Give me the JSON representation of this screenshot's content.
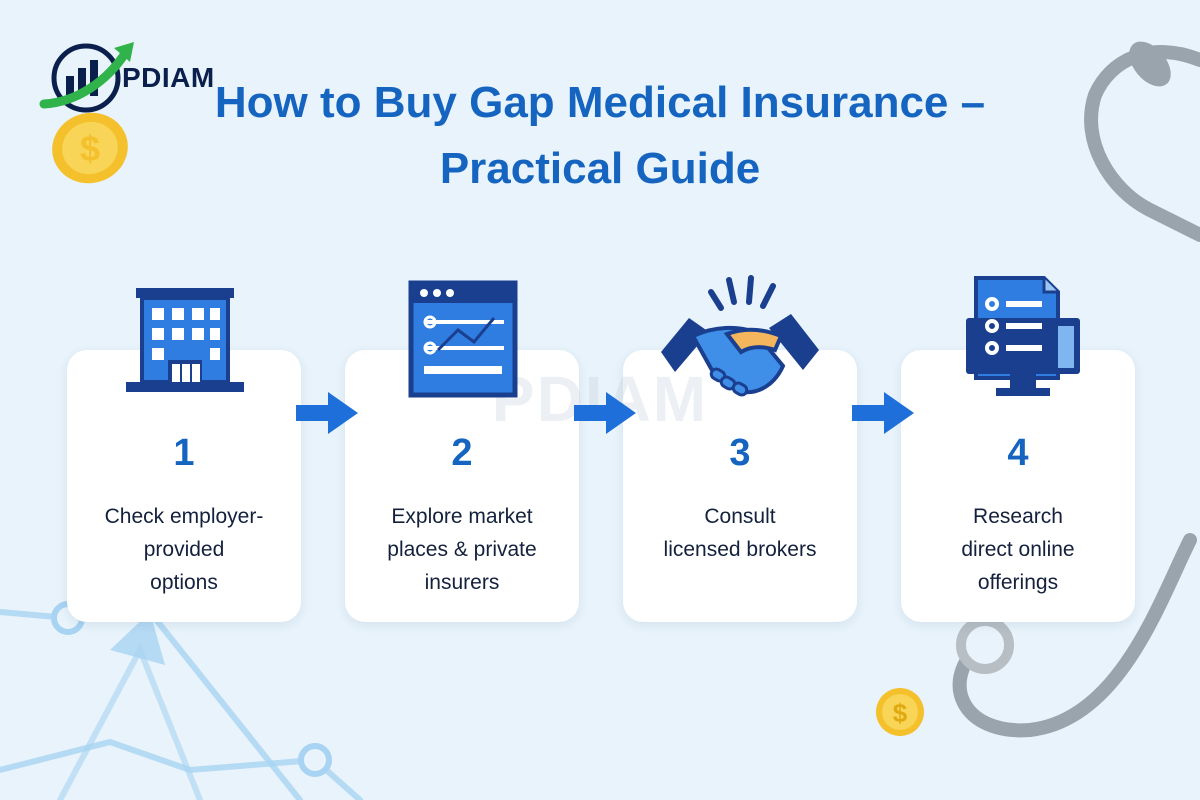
{
  "brand": {
    "name": "PDIAM",
    "watermark": "PDIAM"
  },
  "title": {
    "line1": "How to Buy Gap Medical Insurance –",
    "line2": "Practical Guide"
  },
  "colors": {
    "accent": "#1565c0",
    "background": "#e8f3fb",
    "coin": "#f6c531",
    "text": "#14213d"
  },
  "steps": [
    {
      "number": "1",
      "lines": [
        "Check employer-",
        "provided",
        "options"
      ],
      "icon": "office-building-icon"
    },
    {
      "number": "2",
      "lines": [
        "Explore market",
        "places & private",
        "insurers"
      ],
      "icon": "browser-chart-icon"
    },
    {
      "number": "3",
      "lines": [
        "Consult",
        "licensed brokers"
      ],
      "icon": "handshake-icon"
    },
    {
      "number": "4",
      "lines": [
        "Research",
        "direct online",
        "offerings"
      ],
      "icon": "computer-checklist-icon"
    }
  ]
}
